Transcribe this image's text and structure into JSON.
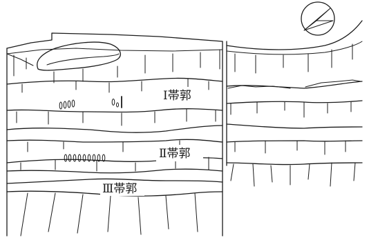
{
  "figure": {
    "labels": {
      "band1": "Ⅰ帯郭",
      "band2": "Ⅱ帯郭",
      "band3": "Ⅲ帯郭"
    },
    "compass_icon": "north-arrow-icon"
  }
}
